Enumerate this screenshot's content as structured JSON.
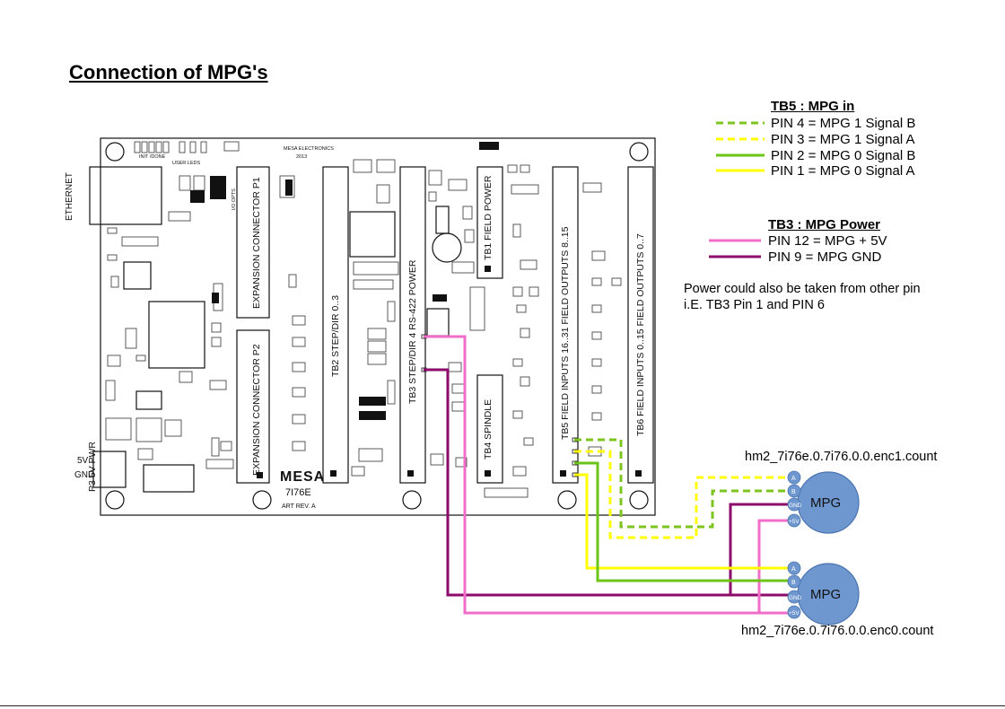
{
  "title": "Connection of MPG's",
  "board": {
    "brand_top": "MESA ELECTRONICS",
    "year": "2013",
    "brand_logo": "MESA",
    "model": "7I76E",
    "art_rev": "ART REV. A",
    "labels": {
      "ethernet": "ETHERNET",
      "power_jack": "P3 5V PWR",
      "jack_5v": "5V",
      "jack_gnd": "GND",
      "p1": "EXPANSION CONNECTOR P1",
      "p2": "EXPANSION CONNECTOR P2",
      "tb2": "TB2 STEP/DIR 0..3",
      "tb3": "TB3 STEP/DIR 4 RS-422 POWER",
      "tb1": "TB1 FIELD POWER",
      "tb4": "TB4 SPINDLE",
      "tb5": "TB5 FIELD INPUTS 16..31 FIELD OUTPUTS 8..15",
      "tb6": "TB6 FIELD INPUTS 0..15 FIELD OUTPUTS 0..7",
      "user_leds": "USER LEDS",
      "init_done": "INIT /DONE",
      "io_opts": "I/O OPTS"
    }
  },
  "legend_tb5": {
    "heading": "TB5 : MPG in",
    "items": [
      {
        "text": "PIN 4 = MPG 1 Signal B",
        "color": "#7dc41f",
        "style": "dashed"
      },
      {
        "text": "PIN 3 = MPG 1 Signal A",
        "color": "#ffff00",
        "style": "dashed"
      },
      {
        "text": "PIN 2 = MPG 0 Signal B",
        "color": "#6cc417",
        "style": "solid"
      },
      {
        "text": "PIN 1 = MPG 0 Signal A",
        "color": "#ffff00",
        "style": "solid"
      }
    ]
  },
  "legend_tb3": {
    "heading": "TB3 : MPG Power",
    "items": [
      {
        "text": "PIN 12 = MPG + 5V",
        "color": "#f06ec8",
        "style": "solid"
      },
      {
        "text": "PIN 9   = MPG GND",
        "color": "#8b0a6b",
        "style": "solid"
      }
    ]
  },
  "note": {
    "line1": "Power could also be taken from other pin",
    "line2": "i.E.  TB3 Pin 1 and PIN 6"
  },
  "mpg1": {
    "label": "MPG",
    "hal_name": "hm2_7i76e.0.7i76.0.0.enc1.count",
    "pins": [
      "A",
      "B",
      "GND",
      "+5V"
    ]
  },
  "mpg0": {
    "label": "MPG",
    "hal_name": "hm2_7i76e.0.7i76.0.0.enc0.count",
    "pins": [
      "A",
      "B",
      "GND",
      "+5V"
    ]
  },
  "colors": {
    "mpg_fill": "#6f97cf",
    "mpg_stroke": "#4a74b0",
    "pin_fill": "#6f97cf",
    "board_line": "#111111"
  }
}
